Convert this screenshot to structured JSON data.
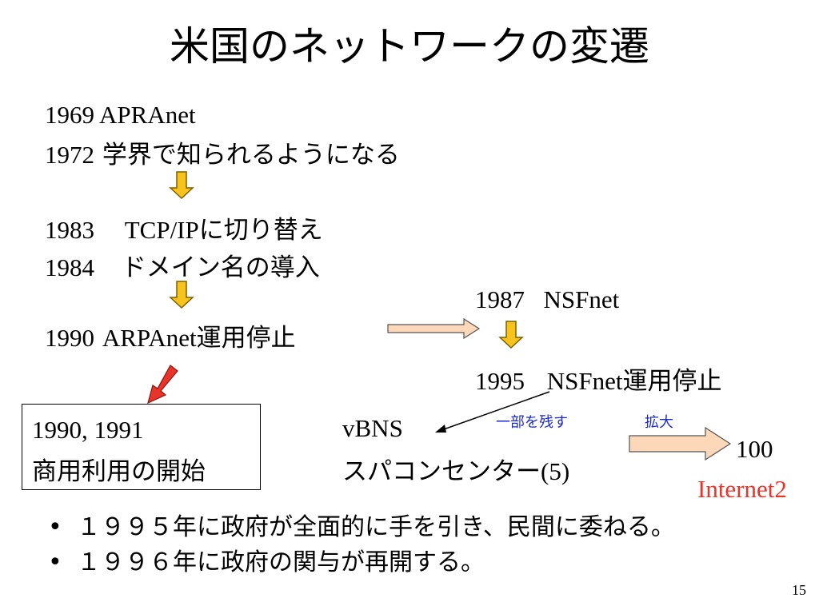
{
  "slide": {
    "title": "米国のネットワークの変遷",
    "timeline": {
      "y1969": "1969",
      "y1969_text": "APRAnet",
      "y1972": "1972",
      "y1972_text": "学界で知られるようになる",
      "y1983": "1983",
      "y1983_text": "TCP/IPに切り替え",
      "y1984": "1984",
      "y1984_text": "ドメイン名の導入",
      "y1990": "1990",
      "y1990_text": "ARPAnet運用停止"
    },
    "nsf": {
      "y1987": "1987",
      "y1987_text": "NSFnet",
      "y1995": "1995",
      "y1995_text": "NSFnet運用停止"
    },
    "commercial_box": {
      "years": "1990, 1991",
      "text": "商用利用の開始"
    },
    "vbns": {
      "label": "vBNS",
      "text": "スパコンセンター",
      "count": "(5)"
    },
    "annotations": {
      "partial_remain": "一部を残す",
      "expand": "拡大"
    },
    "internet2": {
      "count": "100",
      "label": "Internet2"
    },
    "bullets": [
      "１９９５年に政府が全面的に手を引き、民間に委ねる。",
      "１９９６年に政府の関与が再開する。"
    ],
    "page_number": "15",
    "colors": {
      "down_arrow_fill": "#f7c31c",
      "right_arrow_fill": "#fdd8b8",
      "red_arrow_fill": "#e8342a",
      "internet2_text": "#e8342a",
      "annotation_text": "#1a2bd6"
    }
  }
}
